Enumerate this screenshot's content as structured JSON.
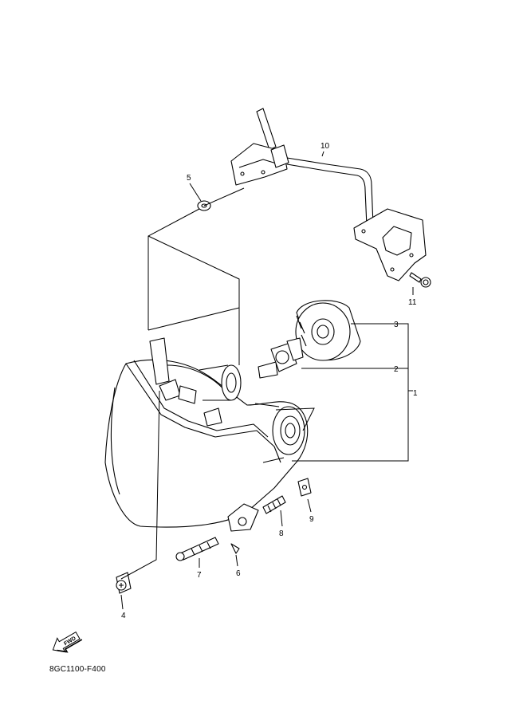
{
  "diagram": {
    "drawing_code": "8GC1100-F400",
    "fwd_label": "FWD",
    "callouts": [
      {
        "id": "1",
        "label": "1"
      },
      {
        "id": "2",
        "label": "2"
      },
      {
        "id": "3",
        "label": "3"
      },
      {
        "id": "4",
        "label": "4"
      },
      {
        "id": "5",
        "label": "5"
      },
      {
        "id": "6",
        "label": "6"
      },
      {
        "id": "7",
        "label": "7"
      },
      {
        "id": "8",
        "label": "8"
      },
      {
        "id": "9",
        "label": "9"
      },
      {
        "id": "10",
        "label": "10"
      },
      {
        "id": "11",
        "label": "11"
      }
    ]
  }
}
